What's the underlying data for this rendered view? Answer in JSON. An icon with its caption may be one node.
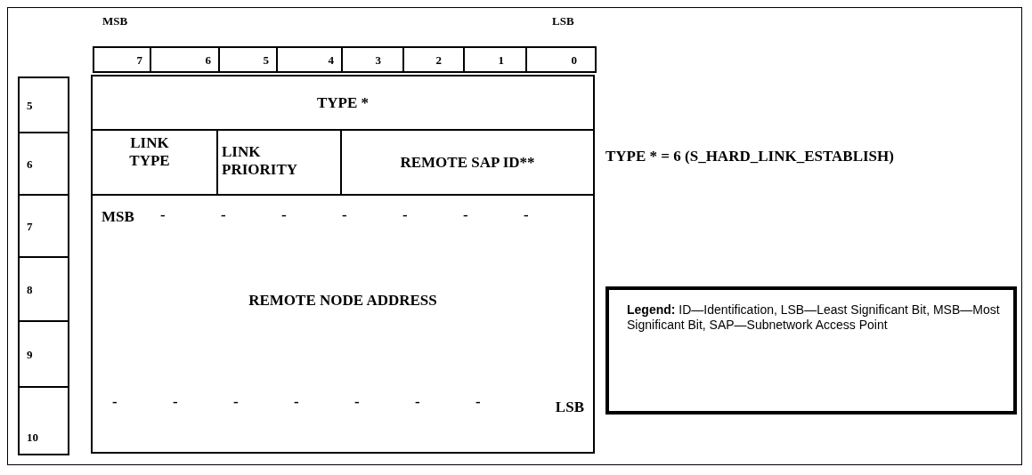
{
  "diagram": {
    "nodes": [
      {
        "text": [
          "7"
        ]
      },
      {
        "text": [
          "6"
        ]
      },
      {
        "text": [
          "5"
        ]
      },
      {
        "text": [
          "4"
        ]
      },
      {
        "text": [
          "3"
        ]
      },
      {
        "text": [
          "2"
        ]
      },
      {
        "text": [
          "1"
        ]
      },
      {
        "text": [
          "0"
        ]
      },
      {
        "text": [
          "5"
        ]
      },
      {
        "text": [
          "6"
        ]
      },
      {
        "text": [
          "7"
        ]
      },
      {
        "text": [
          "8"
        ]
      },
      {
        "text": [
          "9"
        ]
      },
      {
        "text": [
          "10"
        ]
      },
      {
        "text": [
          "TYPE *"
        ]
      },
      {
        "text": [
          "LINK TYPE"
        ]
      },
      {
        "text": [
          "LINK PRIORITY"
        ]
      },
      {
        "text": [
          "REMOTE SAP ID**"
        ]
      },
      {
        "text": [
          "MSB",
          "REMOTE NODE ADDRESS",
          "LSB"
        ]
      },
      {
        "text": [
          "**Legend:** ID—Identification,  LSB—Least Significant Bit, MSB—Most Significant Bit, SAP—Subnetwork Access Point"
        ]
      }
    ],
    "edges": [],
    "labels": [
      "MSB",
      "LSB",
      "TYPE * = 6 (S_HARD_LINK_ESTABLISH)",
      "-",
      "-",
      "-",
      "-",
      "-",
      "-",
      "-",
      "-",
      "-",
      "-",
      "-",
      "-",
      "-",
      "-"
    ]
  }
}
